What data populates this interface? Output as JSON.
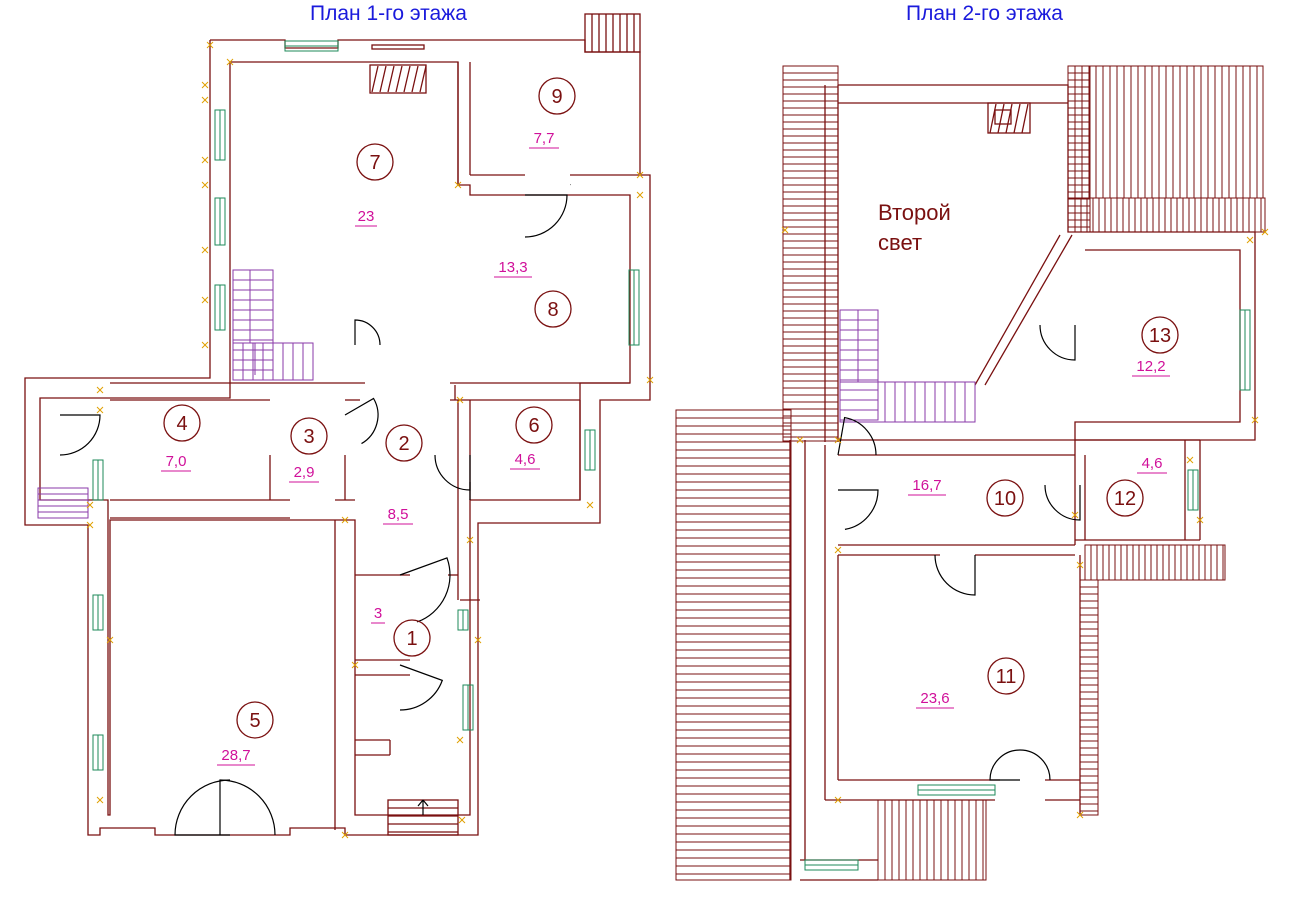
{
  "titles": {
    "floor1": "План 1-го этажа",
    "floor2": "План 2-го этажа"
  },
  "second_light": [
    "Второй",
    "свет"
  ],
  "colors": {
    "wall": "#7a1010",
    "title": "#1a1adc",
    "area": "#d0109a",
    "window": "#1d8a5a",
    "stair": "#8a3aa8",
    "marker": "#e0a000"
  },
  "rooms_floor1": [
    {
      "num": "1",
      "area": "3"
    },
    {
      "num": "2",
      "area": "8,5"
    },
    {
      "num": "3",
      "area": "2,9"
    },
    {
      "num": "4",
      "area": "7,0"
    },
    {
      "num": "5",
      "area": "28,7"
    },
    {
      "num": "6",
      "area": "4,6"
    },
    {
      "num": "7",
      "area": "23"
    },
    {
      "num": "8",
      "area": "13,3"
    },
    {
      "num": "9",
      "area": "7,7"
    }
  ],
  "rooms_floor2": [
    {
      "num": "10",
      "area": "16,7"
    },
    {
      "num": "11",
      "area": "23,6"
    },
    {
      "num": "12",
      "area": "4,6"
    },
    {
      "num": "13",
      "area": "12,2"
    }
  ]
}
